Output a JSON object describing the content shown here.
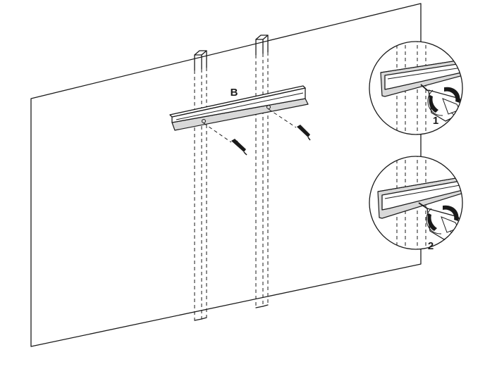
{
  "labels": {
    "bracket": "B",
    "step_1": "1",
    "step_2": "2"
  },
  "colors": {
    "line": "#1a1a1a",
    "background": "#ffffff",
    "shade": "#d9d9d9"
  }
}
